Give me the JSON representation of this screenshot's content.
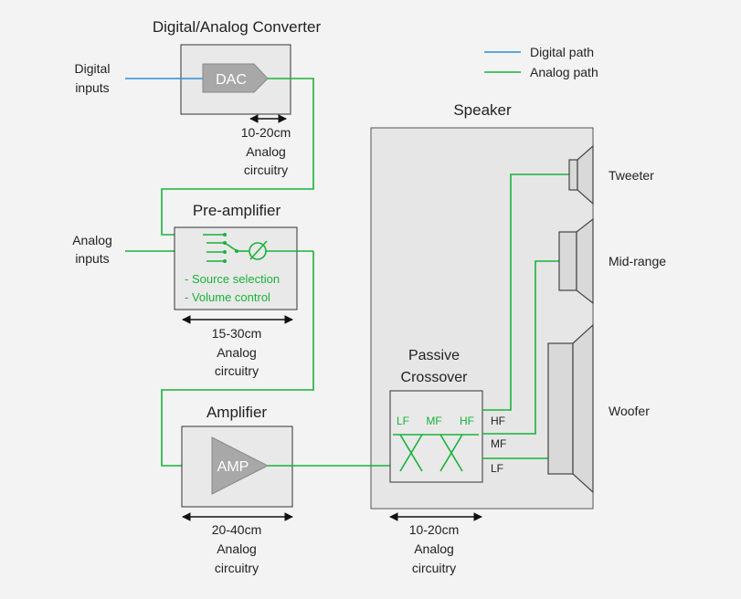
{
  "legend": {
    "digital_label": "Digital path",
    "analog_label": "Analog path",
    "digital_color": "#2a8fd6",
    "analog_color": "#19b23a"
  },
  "inputs": {
    "digital_line1": "Digital",
    "digital_line2": "inputs",
    "analog_line1": "Analog",
    "analog_line2": "inputs"
  },
  "dac": {
    "title": "Digital/Analog Converter",
    "block_label": "DAC",
    "span": "10-20cm",
    "note_line1": "Analog",
    "note_line2": "circuitry"
  },
  "preamp": {
    "title": "Pre-amplifier",
    "feature1": "- Source selection",
    "feature2": "- Volume control",
    "span": "15-30cm",
    "note_line1": "Analog",
    "note_line2": "circuitry"
  },
  "amp": {
    "title": "Amplifier",
    "block_label": "AMP",
    "span": "20-40cm",
    "note_line1": "Analog",
    "note_line2": "circuitry"
  },
  "speaker": {
    "title": "Speaker",
    "crossover_line1": "Passive",
    "crossover_line2": "Crossover",
    "bands": [
      "LF",
      "MF",
      "HF"
    ],
    "out_hf": "HF",
    "out_mf": "MF",
    "out_lf": "LF",
    "tweeter": "Tweeter",
    "midrange": "Mid-range",
    "woofer": "Woofer",
    "span": "10-20cm",
    "note_line1": "Analog",
    "note_line2": "circuitry"
  }
}
